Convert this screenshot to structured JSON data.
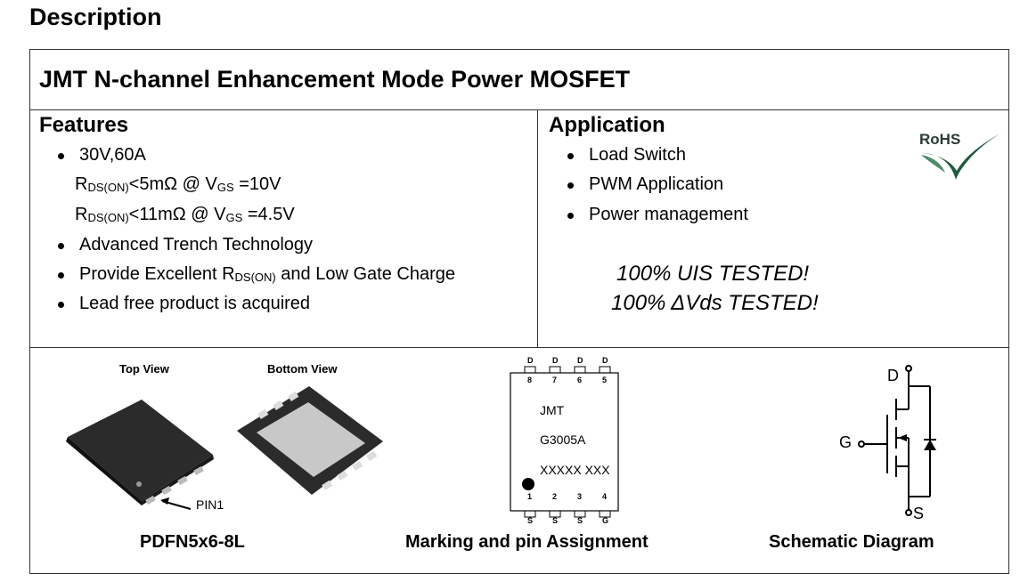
{
  "heading": "Description",
  "title": "JMT N-channel Enhancement Mode Power MOSFET",
  "features": {
    "header": "Features",
    "item1": "30V,60A",
    "rds1": {
      "r": "R",
      "sub": "DS(ON)",
      "mid": "<5mΩ @ V",
      "vsub": "GS",
      "tail": " =10V"
    },
    "rds2": {
      "r": "R",
      "sub": "DS(ON)",
      "mid": "<11mΩ @ V",
      "vsub": "GS",
      "tail": " =4.5V"
    },
    "item2": "Advanced Trench Technology",
    "item3": {
      "pre": "Provide Excellent R",
      "sub": "DS(ON)",
      "post": " and Low Gate Charge"
    },
    "item4": "Lead free product is acquired"
  },
  "application": {
    "header": "Application",
    "items": [
      "Load Switch",
      "PWM Application",
      "Power management"
    ],
    "tested1": "100% UIS TESTED!",
    "tested2": "100% ΔVds TESTED!"
  },
  "rohs_logo_text": "RoHS",
  "package": {
    "top_view": "Top View",
    "bottom_view": "Bottom View",
    "pin1": "PIN1",
    "caption": "PDFN5x6-8L"
  },
  "marking": {
    "top_pins": [
      "D",
      "D",
      "D",
      "D"
    ],
    "top_nums": [
      "8",
      "7",
      "6",
      "5"
    ],
    "line1": "JMT",
    "line2": "G3005A",
    "line3": "XXXXX XXX",
    "bottom_nums": [
      "1",
      "2",
      "3",
      "4"
    ],
    "bottom_pins": [
      "S",
      "S",
      "S",
      "G"
    ],
    "caption": "Marking and pin Assignment"
  },
  "schematic": {
    "drain": "D",
    "gate": "G",
    "source": "S",
    "caption": "Schematic Diagram"
  },
  "colors": {
    "rohs_green": "#1e5a3c",
    "text": "#000000",
    "border": "#333333"
  }
}
